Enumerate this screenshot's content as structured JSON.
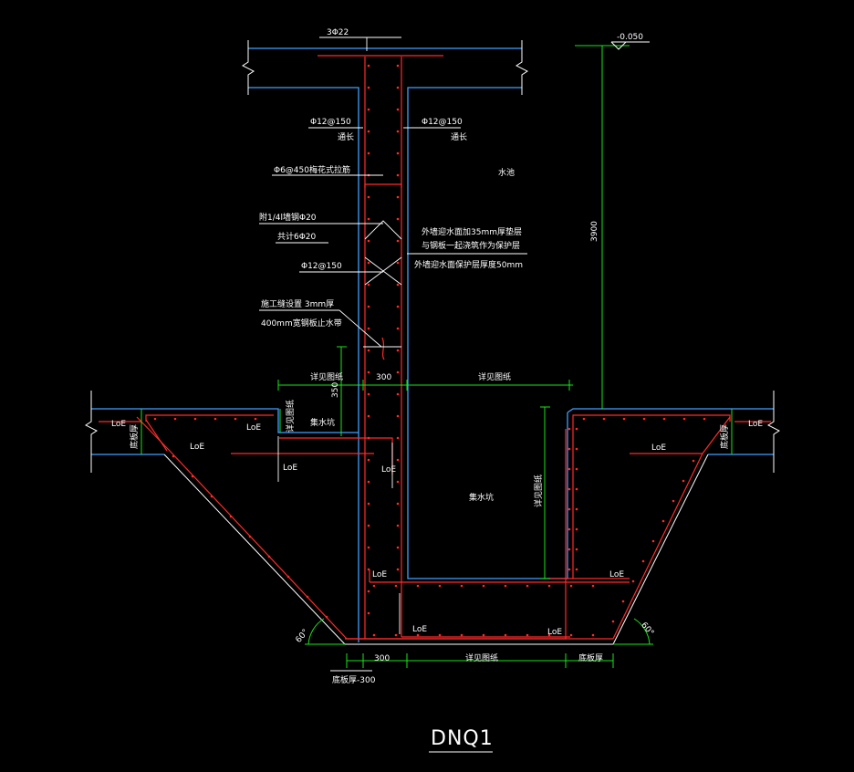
{
  "title": "DNQ1",
  "colors": {
    "background": "#000000",
    "concrete_outline": "#3fa0ff",
    "rebar": "#ff2a2a",
    "dimension": "#19e619",
    "leader": "#ffffff"
  },
  "labels": {
    "top_bar": "3Φ22",
    "elevation": "-0.050",
    "height_dim": "3900",
    "left_bar": "Φ12@150",
    "left_bar_note": "通长",
    "right_bar": "Φ12@150",
    "right_bar_note": "通长",
    "tie_bar": "Φ6@450梅花式拉筋",
    "water_side": "水池",
    "add_bars_1": "附1/4l墙钢Φ20",
    "add_bars_2": "共计6Φ20",
    "cover_note_1": "外墙迎水面加35mm厚垫层",
    "cover_note_2": "与钢板一起浇筑作为保护层",
    "cover_note_3": "外墙迎水面保护层厚度50mm",
    "mid_bar": "Φ12@150",
    "waterstop_1": "施工缝设置 3mm厚",
    "waterstop_2": "400mm宽钢板止水带",
    "dim_300_top": "300",
    "dim_small": "350",
    "left_see_plan": "详见图纸",
    "right_see_plan": "详见图纸",
    "see_plan_vertical_left": "详见图纸",
    "sump_label": "集水坑",
    "right_vertical": "详见图纸",
    "pit_label": "集水坑",
    "bottom_dim_300": "300",
    "bottom_see_plan": "详见图纸",
    "bottom_slab_right": "底板厚",
    "bottom_slab_left": "底板厚-300",
    "left_slab_note": "底板厚",
    "right_slab_note": "底板厚",
    "angle_left": "60°",
    "angle_right": "60°",
    "loe": "LoE"
  }
}
